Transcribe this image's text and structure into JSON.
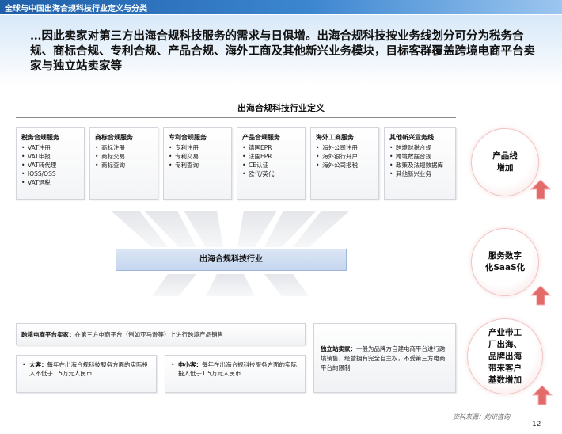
{
  "top_bar": {
    "title": "全球与中国出海合规科技行业定义与分类"
  },
  "headline": "…因此卖家对第三方出海合规科技服务的需求与日俱增。出海合规科技按业务线划分可分为税务合规、商标合规、专利合规、产品合规、海外工商及其他新兴业务模块，目标客群覆盖跨境电商平台卖家与独立站卖家等",
  "section_title": "出海合规科技行业定义",
  "services": [
    {
      "title": "税务合规服务",
      "items": [
        "VAT注册",
        "VAT申报",
        "VAT转代理",
        "IOSS/OSS",
        "VAT退税"
      ]
    },
    {
      "title": "商标合规服务",
      "items": [
        "商标注册",
        "商标交易",
        "商标查询"
      ]
    },
    {
      "title": "专利合规服务",
      "items": [
        "专利注册",
        "专利交易",
        "专利查询"
      ]
    },
    {
      "title": "产品合规服务",
      "items": [
        "德国EPR",
        "法国EPR",
        "CE认证",
        "欧代/英代"
      ]
    },
    {
      "title": "海外工商服务",
      "items": [
        "海外公司注册",
        "海外银行开户",
        "海外公司报税"
      ]
    },
    {
      "title": "其他新兴业务线",
      "items": [
        "跨境财税合规",
        "跨境数据合规",
        "政策及法规数据库",
        "其他新兴业务"
      ]
    }
  ],
  "industry_label": "出海合规科技行业",
  "platform_seller": {
    "label": "跨境电商平台卖家：",
    "desc": "在第三方电商平台（例如亚马逊等）上进行跨境产品销售"
  },
  "large_customer": {
    "label": "大客：",
    "desc": "每年在出海合规科技服务方面的实际投入不低于1.5万元人民币"
  },
  "small_customer": {
    "label": "中小客：",
    "desc": "每年在出海合规科技服务方面的实际投入低于1.5万元人民币"
  },
  "independent_seller": {
    "label": "独立站卖家：",
    "desc": "一般为品牌方自建电商平台进行跨境销售，经营拥有完全自主权，不受第三方电商平台的限制"
  },
  "circles": [
    {
      "lines": [
        "产品线",
        "增加"
      ]
    },
    {
      "lines": [
        "服务数字",
        "化SaaS化"
      ]
    },
    {
      "lines": [
        "产业带工",
        "厂出海、",
        "品牌出海",
        "带来客户",
        "基数增加"
      ]
    }
  ],
  "colors": {
    "accent_blue": "#1f5fa8",
    "arrow_red": "#e46a6a",
    "industry_bar": "#c5d6ef"
  },
  "source": "资料来源：灼识咨询",
  "page_number": "12"
}
